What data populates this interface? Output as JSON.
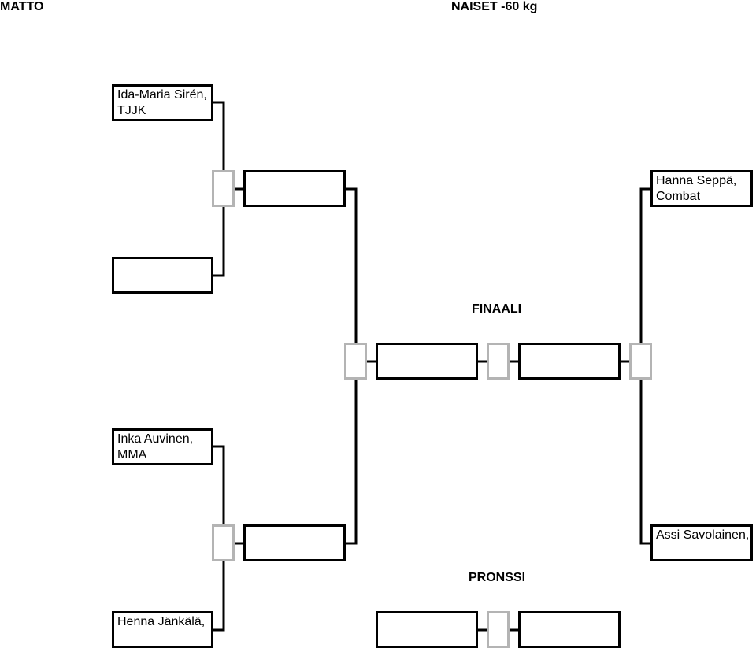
{
  "header": {
    "mat_label": "MATTO",
    "division_title": "NAISET -60 kg"
  },
  "left_bracket": {
    "upper_pair": {
      "competitor_a": "Ida-Maria Sirén, TJJK",
      "competitor_b": "",
      "winner": ""
    },
    "lower_pair": {
      "competitor_a": "Inka Auvinen, MMA",
      "competitor_b": "Henna Jänkälä,",
      "winner": ""
    }
  },
  "right_bracket": {
    "competitor_a": "Hanna Seppä, Combat",
    "competitor_b": "Assi Savolainen,"
  },
  "final": {
    "label": "FINAALI",
    "left_finalist": "",
    "right_finalist": ""
  },
  "bronze": {
    "label": "PRONSSI",
    "competitor_a": "",
    "competitor_b": ""
  },
  "colors": {
    "name_box_border": "#000000",
    "score_box_border": "#b4b4b4"
  }
}
